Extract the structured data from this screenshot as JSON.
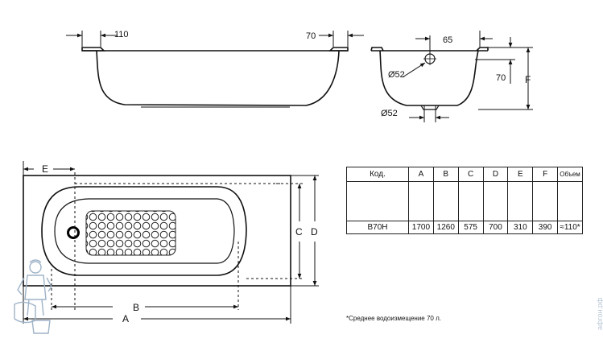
{
  "labels": {
    "dim_top_left": "110",
    "dim_top_right": "70",
    "dim_side_65": "65",
    "dim_side_70": "70",
    "dim_side_f": "F",
    "dim_hole_top": "Ø52",
    "dim_hole_bottom": "Ø52",
    "dim_e": "E",
    "dim_b": "B",
    "dim_a": "A",
    "dim_c": "C",
    "dim_d": "D"
  },
  "spec_table": {
    "headers": [
      "Код.",
      "A",
      "B",
      "C",
      "D",
      "E",
      "F",
      "Объем"
    ],
    "row": [
      "B70H",
      "1700",
      "1260",
      "575",
      "700",
      "310",
      "390",
      "≈110*"
    ]
  },
  "footnote": "*Среднее водоизмещение 70 л.",
  "watermark": "афгон.рф"
}
